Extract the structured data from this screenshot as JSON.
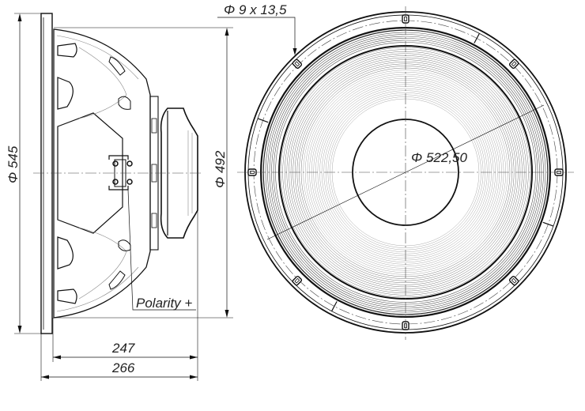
{
  "drawing": {
    "title": "Loudspeaker dimensional drawing",
    "side_view": {
      "outer_diameter_label": "Φ 545",
      "frame_diameter_label": "Φ 492",
      "depth_label_1": "247",
      "depth_label_2": "266",
      "polarity_label": "Polarity +"
    },
    "front_view": {
      "mounting_hole_label": "Φ 9 x 13,5",
      "bolt_circle_label": "Φ 522,50",
      "mounting_hole_count": 8
    },
    "colors": {
      "line": "#111111",
      "thin": "#888888",
      "background": "#ffffff"
    }
  }
}
